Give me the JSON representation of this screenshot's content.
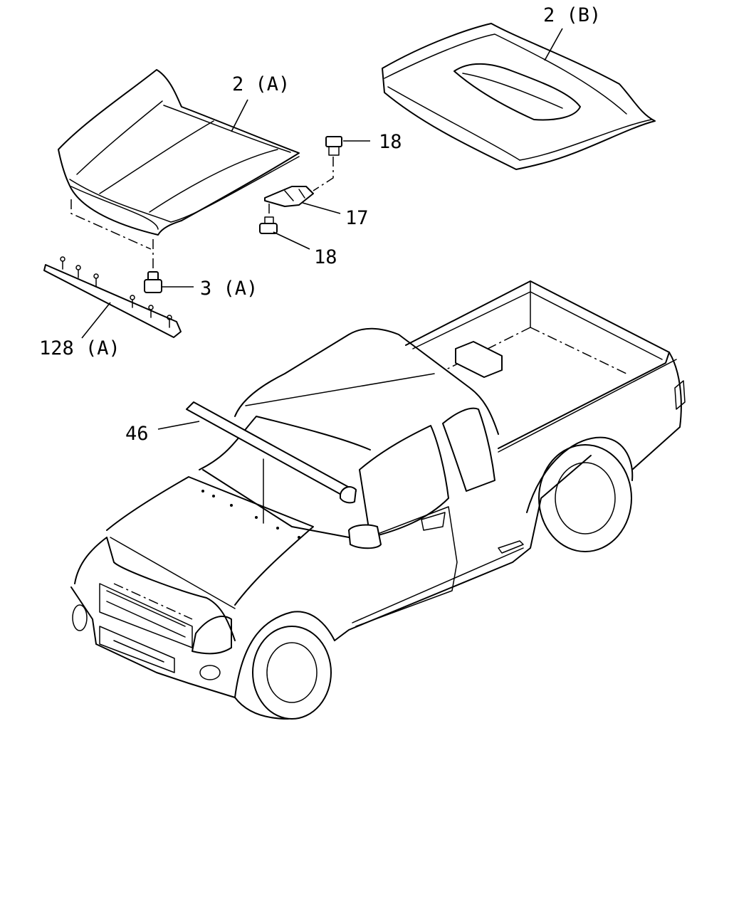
{
  "callouts": {
    "hood_a": "2 (A)",
    "hood_b": "2 (B)",
    "bolt_upper": "18",
    "hinge": "17",
    "bolt_lower": "18",
    "bumper": "3 (A)",
    "weatherstrip": "128 (A)",
    "seal": "46"
  }
}
